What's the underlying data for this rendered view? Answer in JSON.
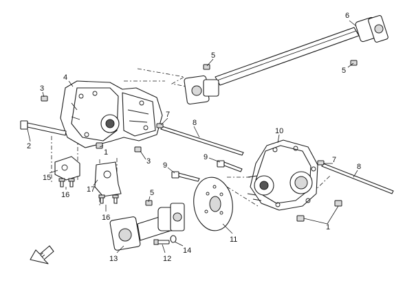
{
  "callouts": {
    "c1a": "1",
    "c1b": "1",
    "c2": "2",
    "c3a": "3",
    "c3b": "3",
    "c4": "4",
    "c5a": "5",
    "c5b": "5",
    "c5c": "5",
    "c6": "6",
    "c7a": "7",
    "c7b": "7",
    "c8a": "8",
    "c8b": "8",
    "c9a": "9",
    "c9b": "9",
    "c10": "10",
    "c11": "11",
    "c12": "12",
    "c13": "13",
    "c14": "14",
    "c15": "15",
    "c16a": "16",
    "c16b": "16",
    "c17": "17"
  },
  "front_indicator": {
    "label": "F"
  }
}
